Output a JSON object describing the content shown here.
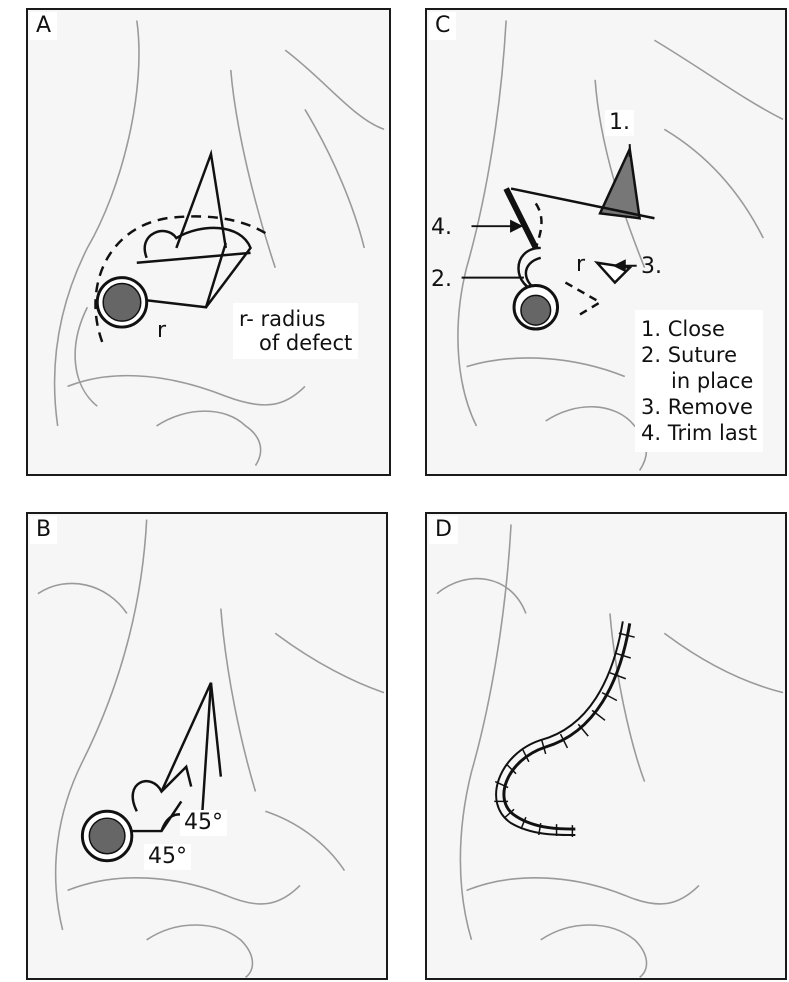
{
  "panels": {
    "a": {
      "label": "A",
      "radius_marker": "r",
      "note_line1": "r- radius",
      "note_line2": "of defect"
    },
    "b": {
      "label": "B",
      "angle_upper": "45°",
      "angle_lower": "45°"
    },
    "c": {
      "label": "C",
      "callout_1": "1.",
      "callout_2": "2.",
      "callout_3": "3.",
      "callout_4": "4.",
      "radius_marker": "r",
      "legend": {
        "item1": "1. Close",
        "item2a": "2. Suture",
        "item2b": "in place",
        "item3": "3. Remove",
        "item4": "4. Trim last"
      }
    },
    "d": {
      "label": "D"
    }
  }
}
